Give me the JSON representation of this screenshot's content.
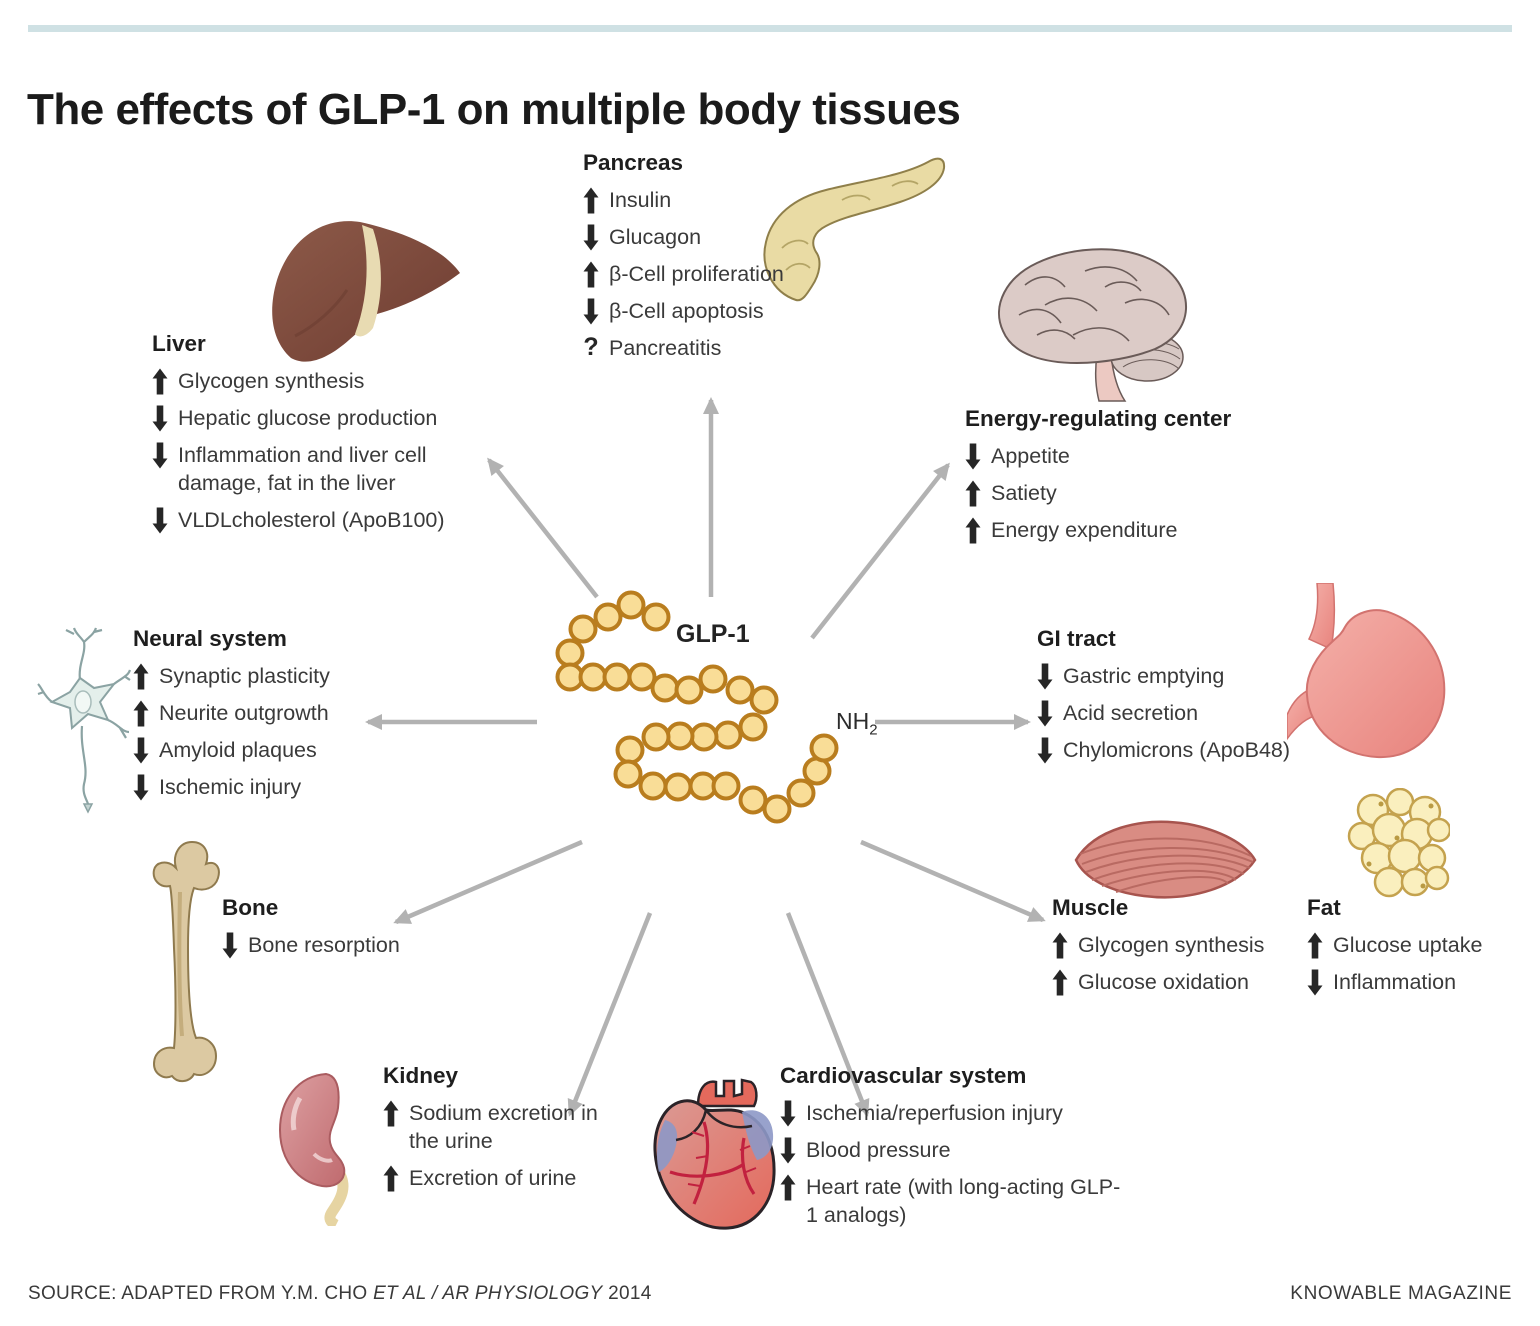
{
  "header": {
    "title": "The effects of GLP-1 on multiple body tissues"
  },
  "center": {
    "molecule_label": "GLP-1",
    "terminus_base": "NH",
    "terminus_sub": "2"
  },
  "sections": [
    {
      "id": "pancreas",
      "title": "Pancreas",
      "items": [
        {
          "marker": "up",
          "text": "Insulin"
        },
        {
          "marker": "down",
          "text": "Glucagon"
        },
        {
          "marker": "up",
          "text": "β-Cell proliferation"
        },
        {
          "marker": "down",
          "text": "β-Cell apoptosis"
        },
        {
          "marker": "question",
          "text": "Pancreatitis"
        }
      ]
    },
    {
      "id": "liver",
      "title": "Liver",
      "items": [
        {
          "marker": "up",
          "text": "Glycogen synthesis"
        },
        {
          "marker": "down",
          "text": "Hepatic glucose production"
        },
        {
          "marker": "down",
          "text": "Inflammation and liver cell damage, fat in the liver"
        },
        {
          "marker": "down",
          "text": "VLDLcholesterol (ApoB100)"
        }
      ]
    },
    {
      "id": "energy",
      "title": "Energy-regulating center",
      "items": [
        {
          "marker": "down",
          "text": "Appetite"
        },
        {
          "marker": "up",
          "text": "Satiety"
        },
        {
          "marker": "up",
          "text": "Energy expenditure"
        }
      ]
    },
    {
      "id": "neural",
      "title": "Neural system",
      "items": [
        {
          "marker": "up",
          "text": "Synaptic plasticity"
        },
        {
          "marker": "up",
          "text": "Neurite outgrowth"
        },
        {
          "marker": "down",
          "text": "Amyloid plaques"
        },
        {
          "marker": "down",
          "text": "Ischemic injury"
        }
      ]
    },
    {
      "id": "gi",
      "title": "GI tract",
      "items": [
        {
          "marker": "down",
          "text": "Gastric emptying"
        },
        {
          "marker": "down",
          "text": "Acid secretion"
        },
        {
          "marker": "down",
          "text": "Chylomicrons (ApoB48)"
        }
      ]
    },
    {
      "id": "bone",
      "title": "Bone",
      "items": [
        {
          "marker": "down",
          "text": "Bone resorption"
        }
      ]
    },
    {
      "id": "muscle",
      "title": "Muscle",
      "items": [
        {
          "marker": "up",
          "text": "Glycogen synthesis"
        },
        {
          "marker": "up",
          "text": "Glucose oxidation"
        }
      ]
    },
    {
      "id": "fat",
      "title": "Fat",
      "items": [
        {
          "marker": "up",
          "text": "Glucose uptake"
        },
        {
          "marker": "down",
          "text": "Inflammation"
        }
      ]
    },
    {
      "id": "kidney",
      "title": "Kidney",
      "items": [
        {
          "marker": "up",
          "text": "Sodium excretion in the urine"
        },
        {
          "marker": "up",
          "text": "Excretion of urine"
        }
      ]
    },
    {
      "id": "cardio",
      "title": "Cardiovascular system",
      "items": [
        {
          "marker": "down",
          "text": "Ischemia/reperfusion injury"
        },
        {
          "marker": "down",
          "text": "Blood pressure"
        },
        {
          "marker": "up",
          "text": "Heart rate (with long-acting GLP-1 analogs)"
        }
      ]
    }
  ],
  "illustrations": [
    "liver",
    "pancreas",
    "brain",
    "stomach",
    "neuron",
    "bone",
    "muscle",
    "fat-cells",
    "kidney",
    "heart"
  ],
  "footer": {
    "source_prefix": "SOURCE: ADAPTED FROM Y.M. CHO ",
    "source_italic": "ET AL / AR PHYSIOLOGY",
    "source_suffix": " 2014",
    "brand": "KNOWABLE MAGAZINE"
  },
  "colors": {
    "accent_rule": "#cfe1e4",
    "ray_arrow_gray": "#b2b2b2",
    "effect_arrow_black": "#262626",
    "bead_fill": "#f9dd97",
    "bead_stroke": "#b97d1e",
    "text": "#3a3a3a"
  }
}
